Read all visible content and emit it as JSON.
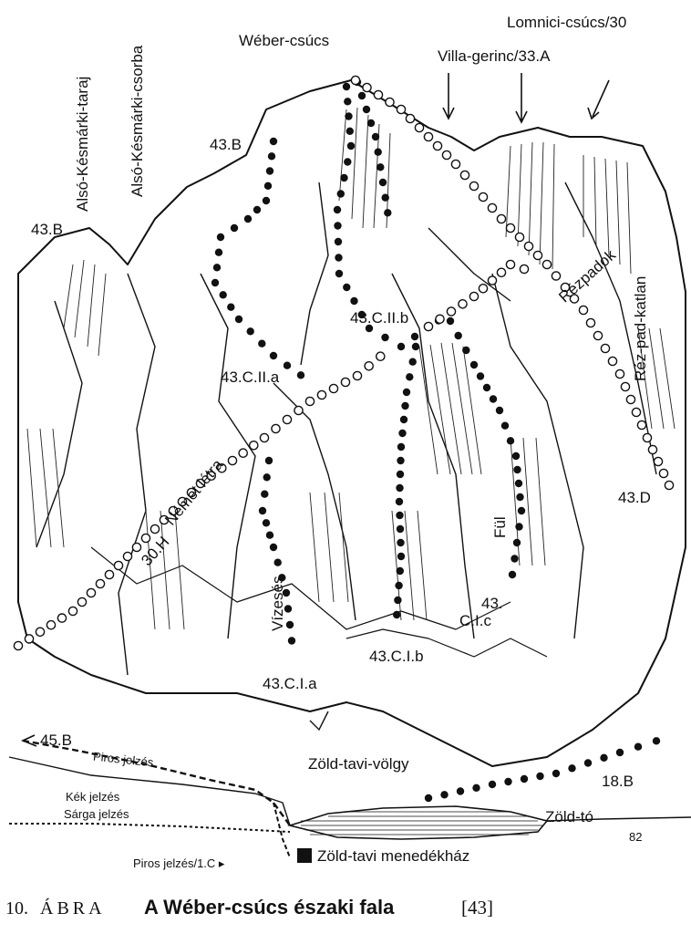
{
  "peaks": {
    "weber": "Wéber-csúcs",
    "lomnici": "Lomnici-csúcs/30",
    "villa": "Villa-gerinc/33.A",
    "also_tar": "Alsó-Késmárki-taraj",
    "also_csorba": "Alsó-Késmárki-csorba"
  },
  "routes": {
    "r43b_top": "43.B",
    "r43b_left": "43.B",
    "r43c2b": "43.C.II.b",
    "r43c2a": "43.C.II.a",
    "r43c1a": "43.C.I.a",
    "r43c1b": "43.C.I.b",
    "r43c1c_a": "43.",
    "r43c1c_b": "C.I.c",
    "r43d": "43.D",
    "r30h": "30.H",
    "r18b": "18.B",
    "r45b": "45.B"
  },
  "features": {
    "nemet_letra": "Német létra",
    "vizeses": "Vízesés",
    "ful": "Fül",
    "rezpadok": "Rézpadok",
    "rez_pad_kalan": "Réz-pad-katlan",
    "zold_volgy": "Zöld-tavi-völgy",
    "zold_to": "Zöld-tó",
    "menedekhaz": "Zöld-tavi menedékház"
  },
  "trails": {
    "piros": "Piros jelzés",
    "kek": "Kék jelzés",
    "sarga": "Sárga jelzés",
    "piros_1c": "Piros jelzés/1.C ▸"
  },
  "signature": "82",
  "caption": {
    "number": "10.",
    "abra": "ÁBRA",
    "title": "A Wéber-csúcs északi fala",
    "ref": "[43]"
  }
}
